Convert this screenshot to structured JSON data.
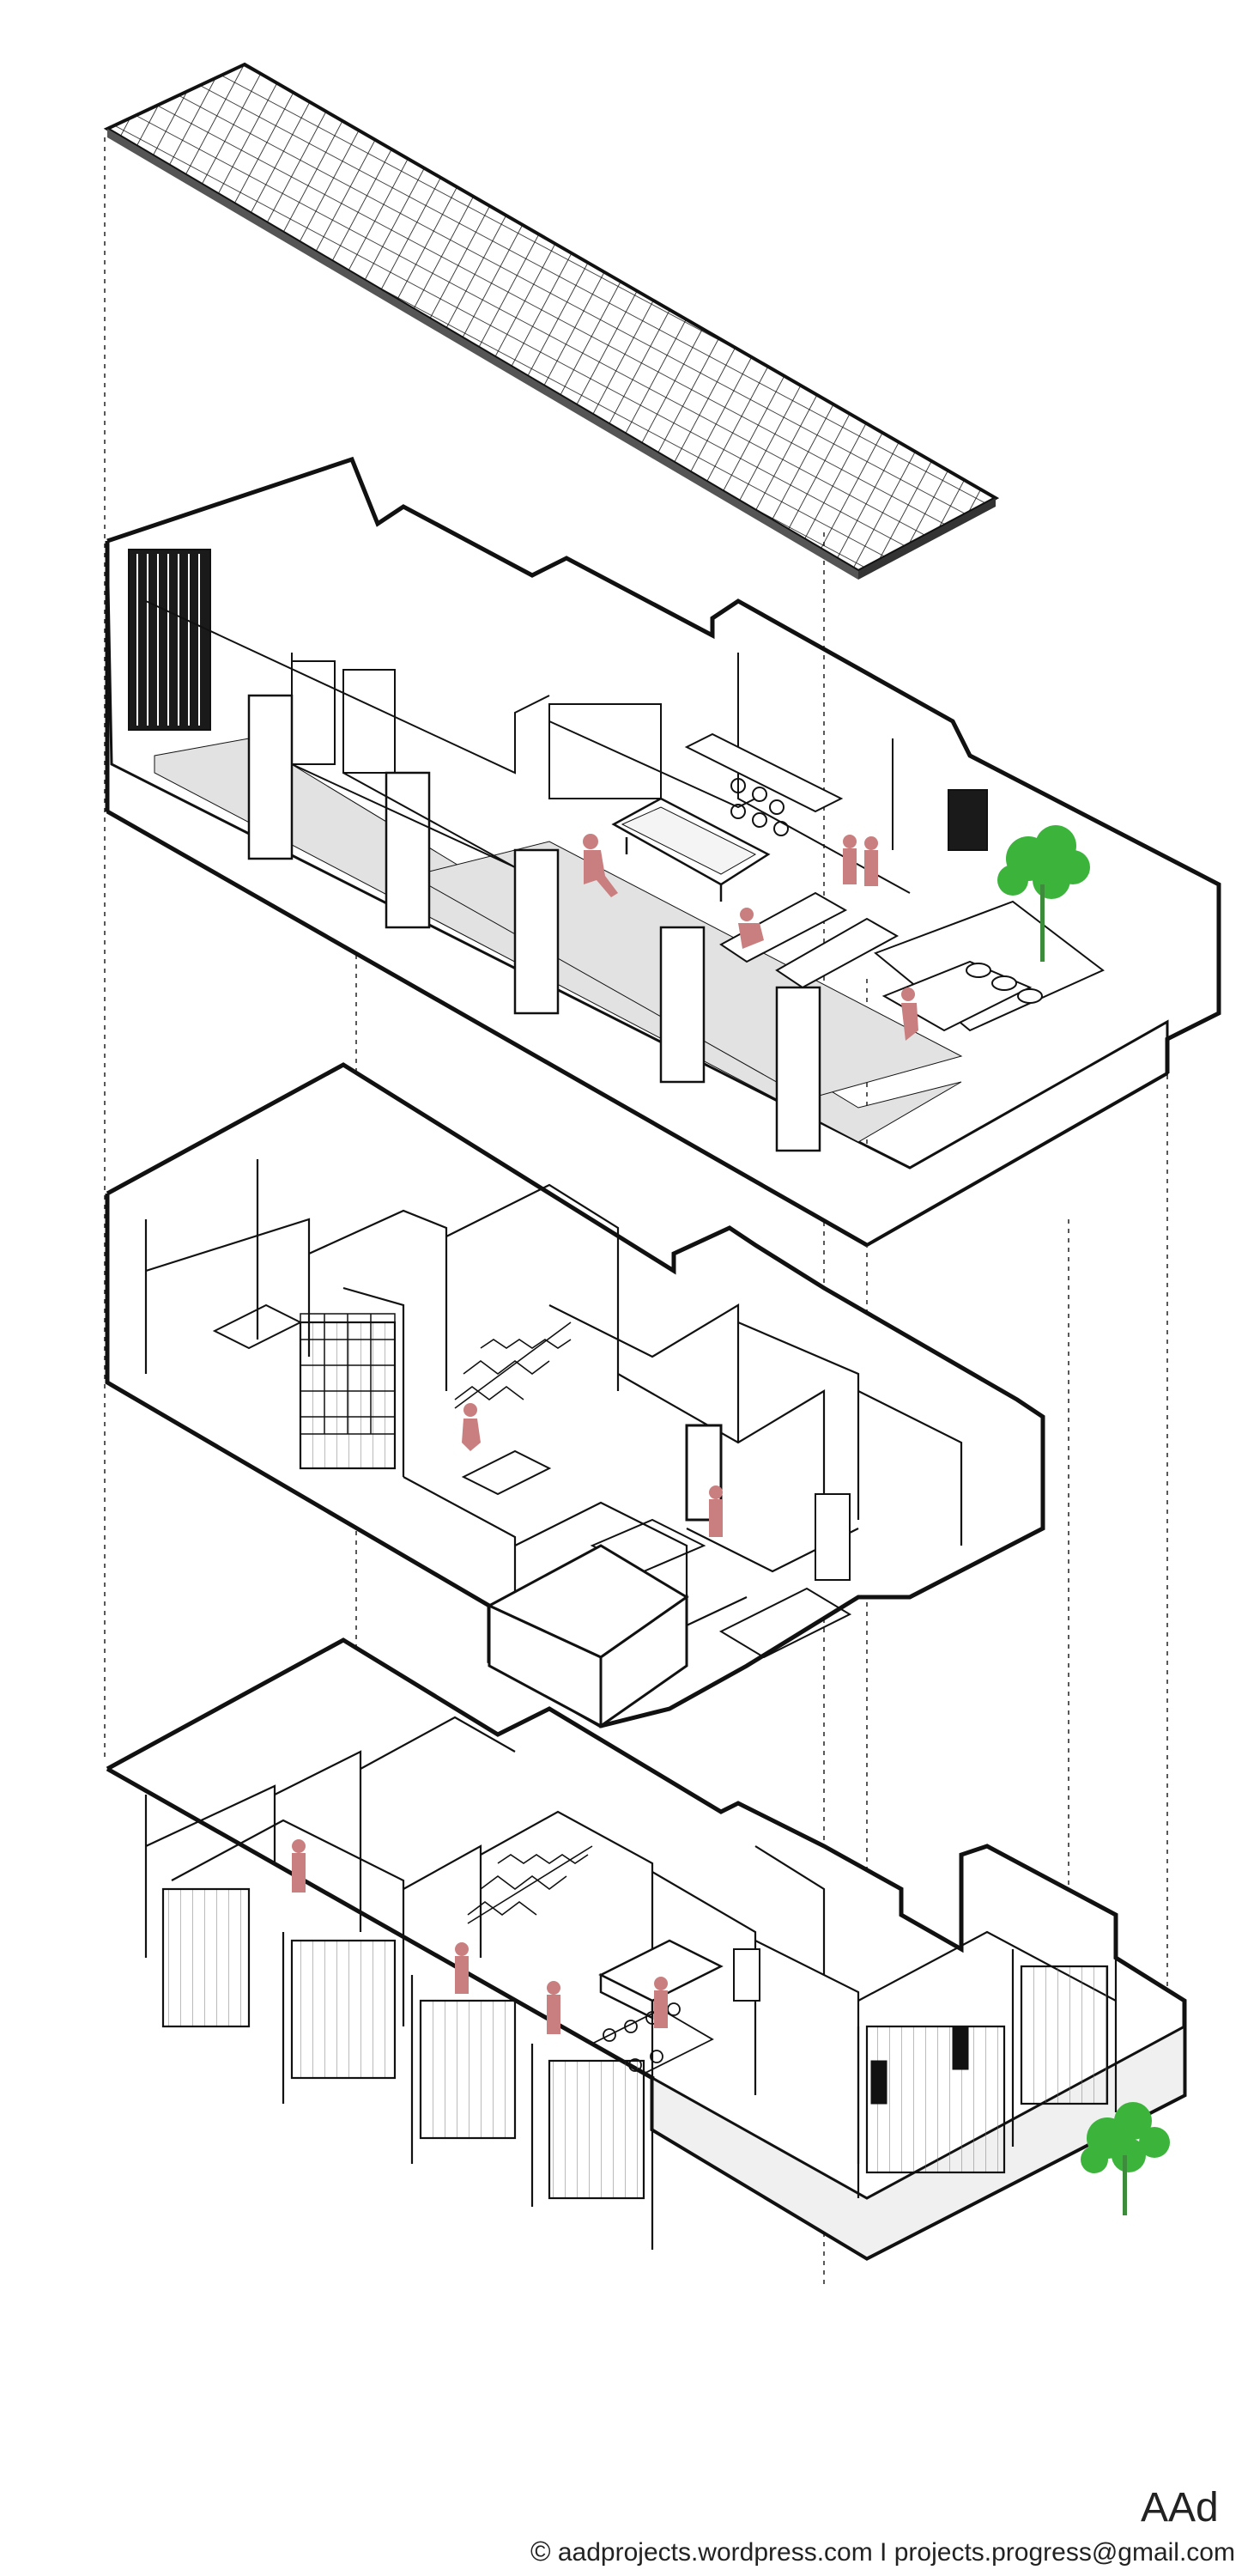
{
  "footer": {
    "copyright_symbol": "©",
    "website": "aadprojects.wordpress.com",
    "separator": "I",
    "email": "projects.progress@gmail.com"
  },
  "logo": {
    "text": "AAd"
  },
  "colors": {
    "line": "#111111",
    "fill": "#ffffff",
    "floor_shade": "#e2e2e2",
    "people": "#c97f7f",
    "trees": "#3cb43c"
  },
  "layers": [
    {
      "id": "roof-pergola",
      "icon": "pergola-grid"
    },
    {
      "id": "rooftop-terrace",
      "items": [
        "pool-table-icon",
        "sun-lounger-icon",
        "sofa-icon",
        "tree-icon",
        "person-icon"
      ]
    },
    {
      "id": "upper-floor",
      "items": [
        "staircase-icon",
        "bookshelf-icon",
        "desk-icon",
        "person-icon"
      ]
    },
    {
      "id": "ground-floor",
      "items": [
        "staircase-icon",
        "kitchen-island-icon",
        "dining-table-icon",
        "tree-icon",
        "person-icon"
      ]
    }
  ]
}
